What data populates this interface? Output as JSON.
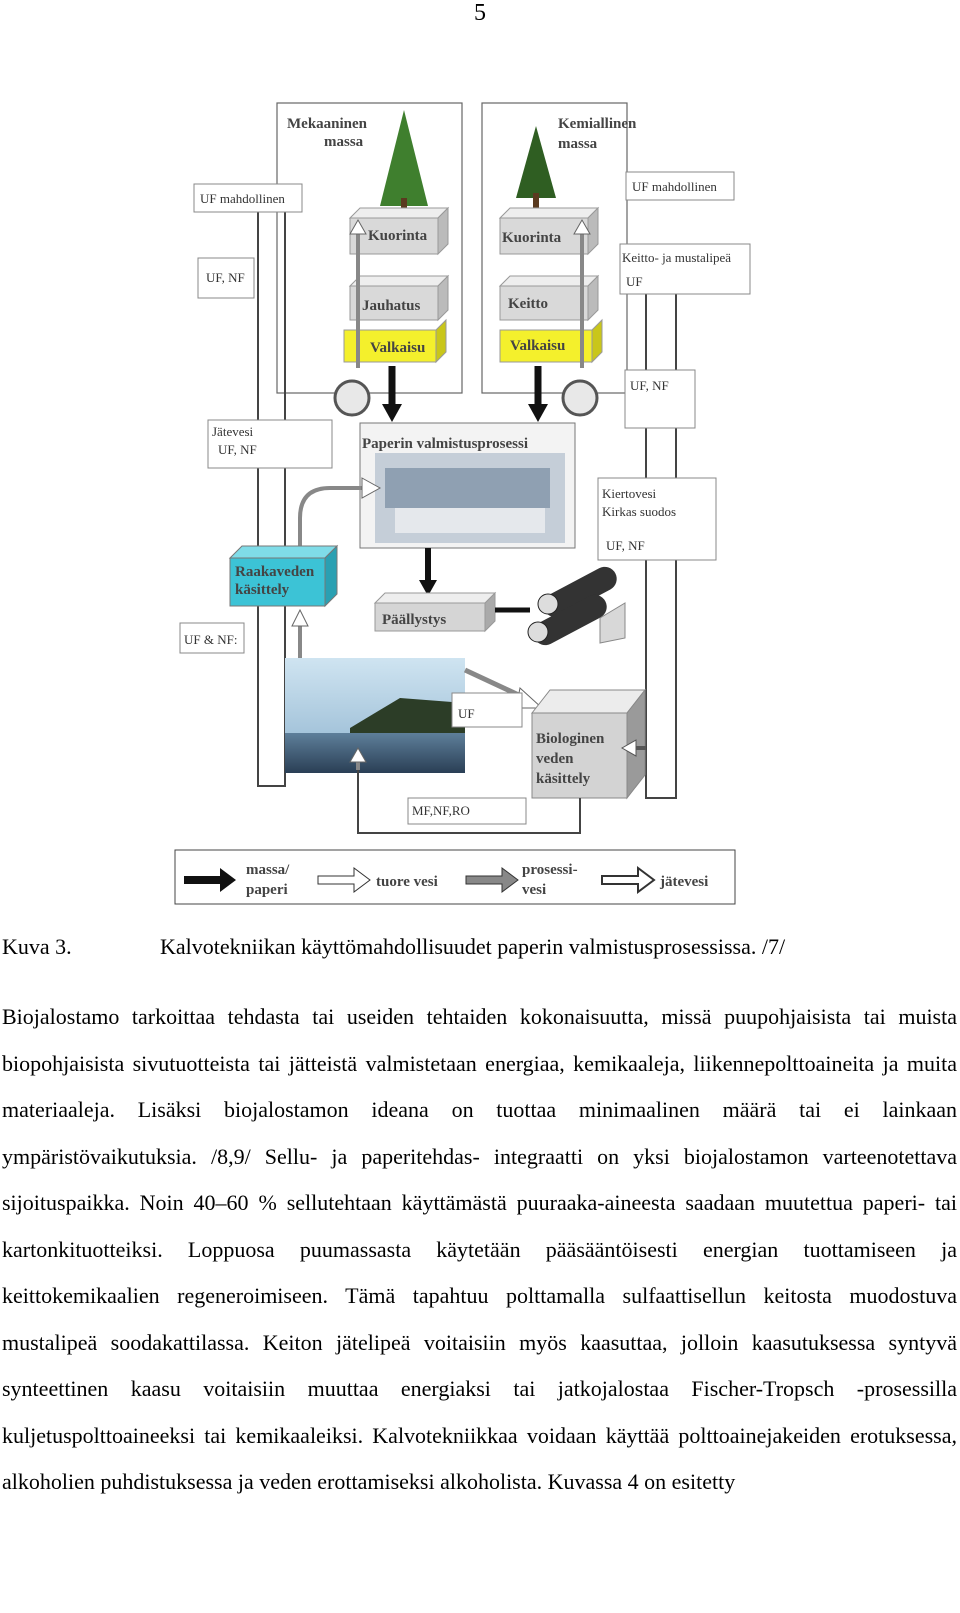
{
  "page_number": "5",
  "figure": {
    "labels": {
      "mekaaninen_1": "Mekaaninen",
      "mekaaninen_2": "massa",
      "kemiallinen_1": "Kemiallinen",
      "kemiallinen_2": "massa",
      "kuorinta_left": "Kuorinta",
      "kuorinta_right": "Kuorinta",
      "jauhatus": "Jauhatus",
      "keitto": "Keitto",
      "valkaisu_left": "Valkaisu",
      "valkaisu_right": "Valkaisu",
      "paperin": "Paperin valmistusprosessi",
      "raakavesi_1": "Raakaveden",
      "raakavesi_2": "käsittely",
      "paallystys": "Päällystys",
      "bio_1": "Biologinen",
      "bio_2": "veden",
      "bio_3": "käsittely"
    },
    "callouts": {
      "uf_mahdollinen_left": "UF mahdollinen",
      "uf_mahdollinen_right": "UF mahdollinen",
      "uf_nf_left": "UF, NF",
      "keitto_mustalipea": "Keitto- ja mustalipeä",
      "keitto_uf": "UF",
      "uf_nf_right": "UF, NF",
      "jatevesi": "Jätevesi",
      "jatevesi_ufnf": "UF, NF",
      "kiertovesi": "Kiertovesi",
      "kirkas_suodos": "Kirkas suodos",
      "kierto_ufnf": "UF, NF",
      "uf_and_nf": "UF & NF:",
      "uf_bottom": "UF",
      "mf_nf_ro": "MF,NF,RO"
    },
    "legend": {
      "massa_1": "massa/",
      "massa_2": "paperi",
      "tuore_vesi": "tuore vesi",
      "prosessi_1": "prosessi-",
      "prosessi_2": "vesi",
      "jatevesi": "jätevesi"
    }
  },
  "caption": {
    "label": "Kuva 3.",
    "text": "Kalvotekniikan käyttömahdollisuudet paperin valmistusprosessissa. /7/"
  },
  "body": {
    "paragraph": "Biojalostamo tarkoittaa tehdasta tai useiden tehtaiden kokonaisuutta, missä puupohjaisista tai muista biopohjaisista sivutuotteista tai jätteistä valmistetaan energiaa, kemikaaleja, liikennepolttoaineita ja muita materiaaleja. Lisäksi biojalostamon ideana on tuottaa minimaalinen määrä tai ei lainkaan ympäristövaikutuksia. /8,9/ Sellu- ja paperitehdas- integraatti on yksi biojalostamon varteenotettava sijoituspaikka. Noin 40–60 % sellutehtaan käyttämästä puuraaka-aineesta saadaan muutettua paperi- tai kartonkituotteiksi. Loppuosa puumassasta käytetään pääsääntöisesti energian tuottamiseen ja keittokemikaalien regeneroimiseen. Tämä tapahtuu polttamalla sulfaattisellun keitosta muodostuva mustalipeä soodakattilassa. Keiton jätelipeä voitaisiin myös kaasuttaa, jolloin kaasutuksessa syntyvä synteettinen kaasu voitaisiin muuttaa energiaksi tai jatkojalostaa Fischer-Tropsch -prosessilla kuljetuspolttoaineeksi tai kemikaaleiksi. Kalvotekniikkaa voidaan käyttää polttoainejakeiden erotuksessa, alkoholien puhdistuksessa ja veden erottamiseksi alkoholista. Kuvassa 4 on esitetty"
  }
}
